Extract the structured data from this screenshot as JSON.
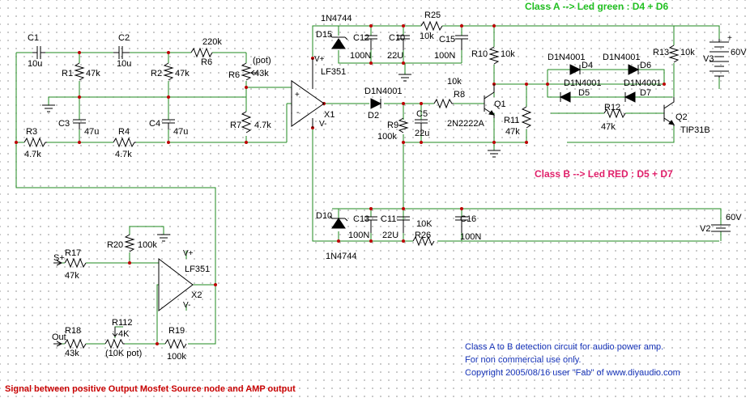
{
  "headlines": {
    "class_a": "Class A --> Led green : D4 + D6",
    "class_b": "Class B --> Led RED : D5 + D7"
  },
  "footer": {
    "line1": "Class A to B detection circuit for audio power amp.",
    "line2": "For non commercial use only.",
    "line3": "Copyright 2005/08/16 user \"Fab\" of www.diyaudio.com"
  },
  "caption": "Signal between positive Output Mosfet Source node and AMP output",
  "labels": {
    "C1": "C1",
    "C1v": "10u",
    "C2": "C2",
    "C2v": "10u",
    "R6": "R6",
    "R6v": "220k",
    "R1": "R1",
    "R1v": "47k",
    "R2": "R2",
    "R2v": "47k",
    "R6p": "R6",
    "R6pv": "43k",
    "pot": "(pot)",
    "C3": "C3",
    "C3v": "47u",
    "C4": "C4",
    "C4v": "47u",
    "R7": "R7",
    "R7v": "4.7k",
    "R3": "R3",
    "R3v": "4.7k",
    "R4": "R4",
    "R4v": "4.7k",
    "X1": "X1",
    "LF351a": "LF351",
    "vplus": "V+",
    "vminus": "V-",
    "plus": "+",
    "minus": "-",
    "D15": "D15",
    "D15v": "1N4744",
    "C12": "C12",
    "C12v": "100N",
    "C10": "C10",
    "C10v": "22U",
    "R25": "R25",
    "R25v": "10k",
    "C15": "C15",
    "C15v": "100N",
    "R10": "R10",
    "R10v": "10k",
    "R13": "R13",
    "R13v": "10k",
    "V3": "V3",
    "V3v": "60V",
    "D4": "D4",
    "D4v": "D1N4001",
    "D6": "D6",
    "D6v": "D1N4001",
    "D5": "D5",
    "D5v": "D1N4001",
    "D7": "D7",
    "D7v": "D1N4001",
    "D2": "D2",
    "D2v": "D1N4001",
    "R8": "R8",
    "R8v": "10k",
    "Q1": "Q1",
    "Q1v": "2N2222A",
    "R9": "R9",
    "R9v": "100k",
    "C5": "C5",
    "C5v": "22u",
    "R11": "R11",
    "R11v": "47k",
    "R12": "R12",
    "R12v": "47k",
    "Q2": "Q2",
    "Q2v": "TIP31B",
    "D10": "D10",
    "D10v": "1N4744",
    "C13": "C13",
    "C13v": "100N",
    "C11": "C11",
    "C11v": "22U",
    "R26": "R26",
    "R26v": "10K",
    "C16": "C16",
    "C16v": "100N",
    "V2": "V2",
    "V2v": "60V",
    "R20": "R20",
    "R20v": "100k",
    "Splus": "S+",
    "R17": "R17",
    "R17v": "47k",
    "X2": "X2",
    "LF351b": "LF351",
    "vplus2": "V+",
    "vminus2": "V-",
    "Out": "Out",
    "R18": "R18",
    "R18v": "43k",
    "R112": "R112",
    "R112v": "4K",
    "R112n": "(10K pot)",
    "R19": "R19",
    "R19v": "100k"
  }
}
